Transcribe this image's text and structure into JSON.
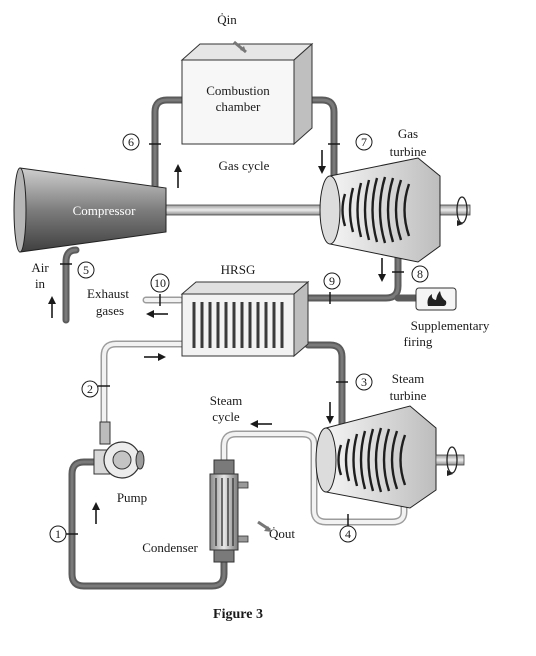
{
  "heat": {
    "in": "Q̇in",
    "out": "Q̇out"
  },
  "labels": {
    "combustion_chamber_line1": "Combustion",
    "combustion_chamber_line2": "chamber",
    "gas_turbine_line1": "Gas",
    "gas_turbine_line2": "turbine",
    "gas_cycle": "Gas cycle",
    "compressor": "Compressor",
    "air_line1": "Air",
    "air_line2": "in",
    "hrsg": "HRSG",
    "exhaust_line1": "Exhaust",
    "exhaust_line2": "gases",
    "supplementary_line1": "Supplementary",
    "supplementary_line2": "firing",
    "steam_turbine_line1": "Steam",
    "steam_turbine_line2": "turbine",
    "steam_cycle_line1": "Steam",
    "steam_cycle_line2": "cycle",
    "pump": "Pump",
    "condenser": "Condenser"
  },
  "state_points": [
    "1",
    "2",
    "3",
    "4",
    "5",
    "6",
    "7",
    "8",
    "9",
    "10"
  ],
  "caption": "Figure 3"
}
